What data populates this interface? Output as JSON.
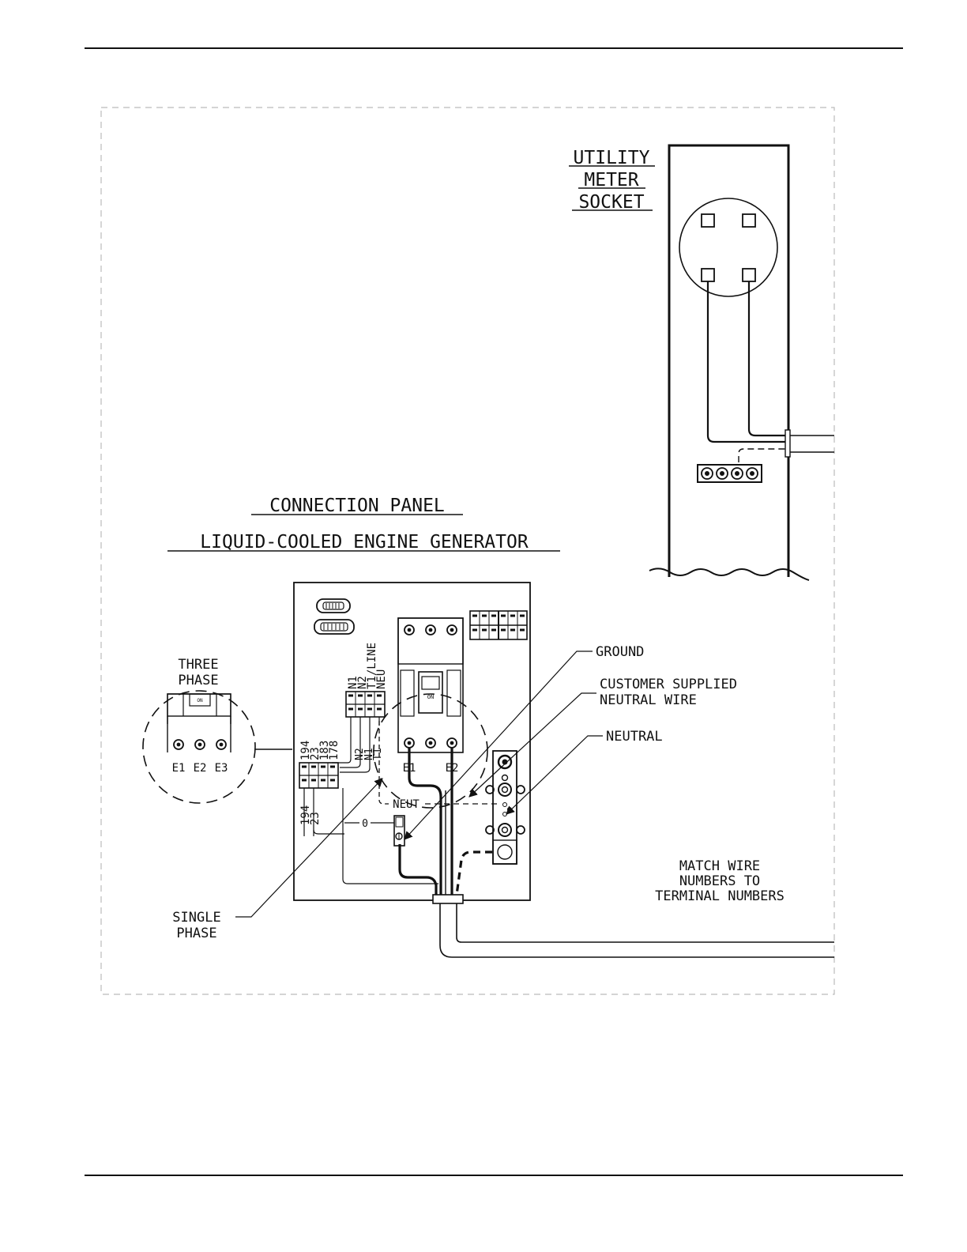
{
  "meter": {
    "title_line1": "UTILITY",
    "title_line2": "METER",
    "title_line3": "SOCKET"
  },
  "panel": {
    "title_line1": "CONNECTION PANEL",
    "title_line2": "LIQUID-COOLED ENGINE GENERATOR"
  },
  "callouts": {
    "ground": "GROUND",
    "customer_line1": "CUSTOMER SUPPLIED",
    "customer_line2": "NEUTRAL WIRE",
    "neutral": "NEUTRAL",
    "single_line1": "SINGLE",
    "single_line2": "PHASE",
    "three_line1": "THREE",
    "three_line2": "PHASE",
    "match_line1": "MATCH WIRE",
    "match_line2": "NUMBERS TO",
    "match_line3": "TERMINAL NUMBERS"
  },
  "labels": {
    "e1": "E1",
    "e2": "E2",
    "e3": "E3",
    "neut": "NEUT",
    "zero": "0",
    "on": "ON",
    "n1": "N1",
    "n2": "N2",
    "t1_line": "T1/LINE",
    "neu": "NEU",
    "w194": "194",
    "w23": "23",
    "w183": "183",
    "w178": "178",
    "wn2": "N2",
    "wn1": "N1",
    "wt1": "T1"
  }
}
